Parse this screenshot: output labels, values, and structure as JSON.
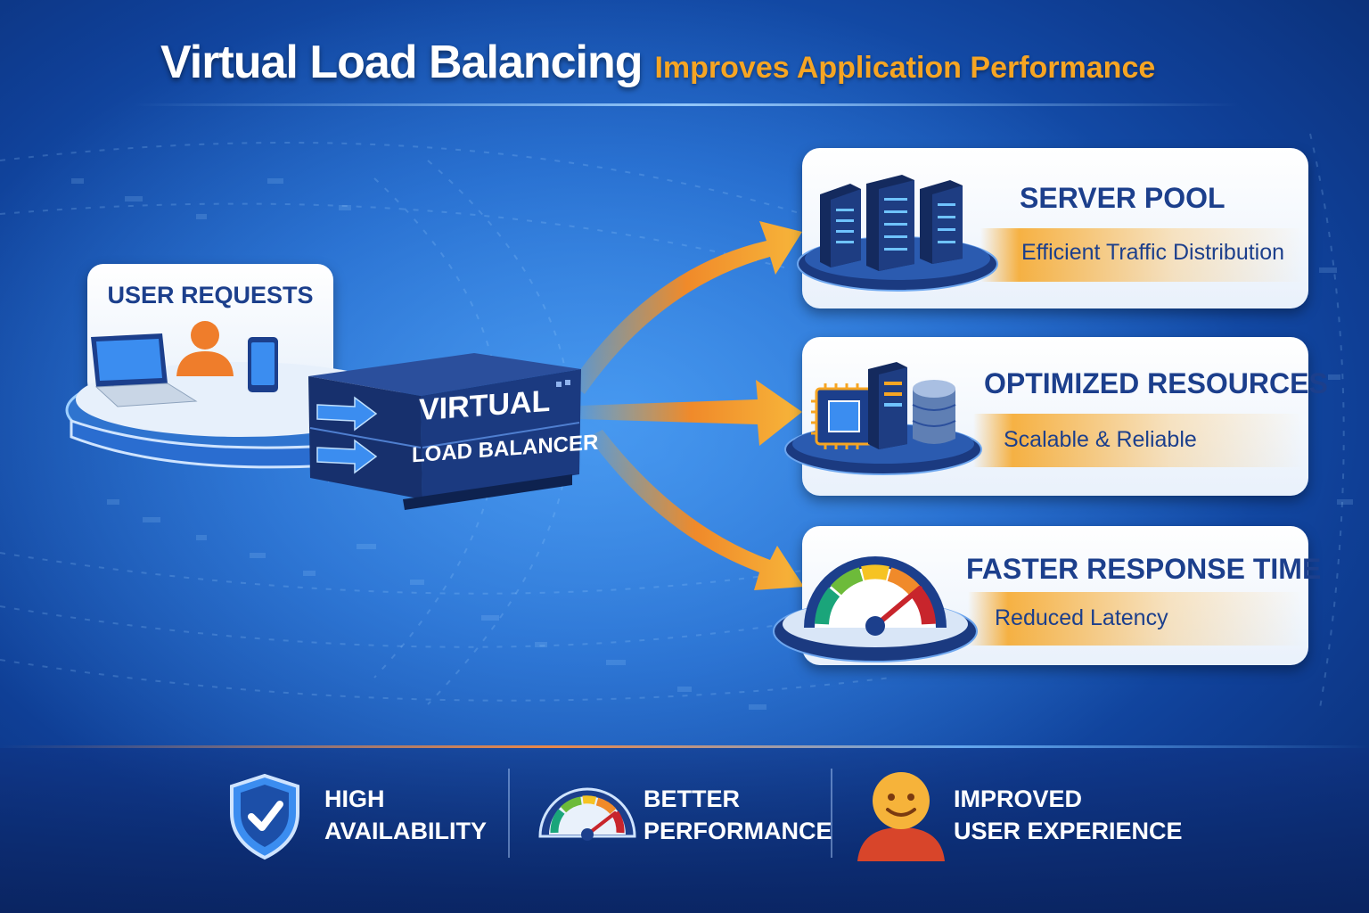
{
  "title": {
    "main": "Virtual Load Balancing",
    "sub": "Improves Application Performance"
  },
  "user_requests": {
    "label": "USER REQUESTS"
  },
  "load_balancer": {
    "line1": "VIRTUAL",
    "line2": "LOAD BALANCER"
  },
  "panels": [
    {
      "title": "SERVER POOL",
      "subtitle": "Efficient Traffic Distribution",
      "icon": "server-rack-icon"
    },
    {
      "title": "OPTIMIZED RESOURCES",
      "subtitle": "Scalable & Reliable",
      "icon": "cpu-storage-icon"
    },
    {
      "title": "FASTER RESPONSE TIME",
      "subtitle": "Reduced Latency",
      "icon": "speedometer-icon"
    }
  ],
  "benefits": [
    {
      "line1": "HIGH",
      "line2": "AVAILABILITY",
      "icon": "shield-check-icon"
    },
    {
      "line1": "BETTER",
      "line2": "PERFORMANCE",
      "icon": "speedometer-icon"
    },
    {
      "line1": "IMPROVED",
      "line2": "USER EXPERIENCE",
      "icon": "smiling-user-icon"
    }
  ],
  "colors": {
    "accent": "#f6a523",
    "navy": "#1c3f8c",
    "background": "#1a5fc4"
  }
}
